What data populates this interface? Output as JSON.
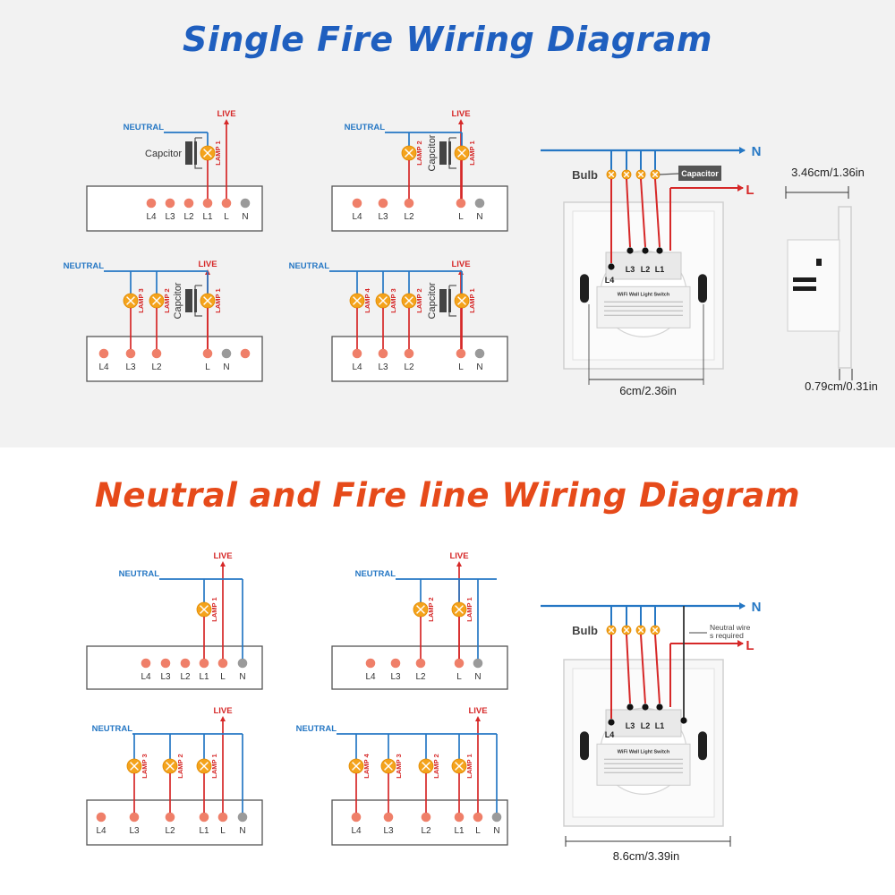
{
  "colors": {
    "neutral": "#2577c4",
    "live": "#d62828",
    "lamp": "#f4a31c",
    "terminal": "#ef7f69",
    "neutral_terminal": "#9a9a9a",
    "title_blue": "#1f5fbf",
    "title_orange": "#e64a1a"
  },
  "top_section": {
    "title": "Single Fire Wiring Diagram",
    "labels": {
      "neutral": "NEUTRAL",
      "live": "LIVE",
      "capacitor": "Capcitor",
      "capacitor_vertical": "Capcitor"
    },
    "terminals": [
      "L4",
      "L3",
      "L2",
      "L1",
      "L",
      "N"
    ],
    "lamps": [
      "LAMP 1",
      "LAMP 2",
      "LAMP 3",
      "LAMP 4"
    ],
    "product": {
      "wire_n": "N",
      "wire_l": "L",
      "bulb": "Bulb",
      "capacitor": "Capacitor",
      "terminal_labels": [
        "L4",
        "L3",
        "L2",
        "L1"
      ],
      "sticker_title": "WiFi Wall Light Switch",
      "width": "6cm/2.36in",
      "height": "3.46cm/1.36in",
      "depth": "0.79cm/0.31in"
    }
  },
  "bottom_section": {
    "title": "Neutral and Fire line Wiring Diagram",
    "labels": {
      "neutral": "NEUTRAL",
      "live": "LIVE"
    },
    "terminals": [
      "L4",
      "L3",
      "L2",
      "L1",
      "L",
      "N"
    ],
    "lamps": [
      "LAMP 1",
      "LAMP 2",
      "LAMP 3",
      "LAMP 4"
    ],
    "product": {
      "wire_n": "N",
      "wire_l": "L",
      "bulb": "Bulb",
      "neutral_note_1": "Neutral wire",
      "neutral_note_2": "s required",
      "terminal_labels": [
        "L4",
        "L3",
        "L2",
        "L1"
      ],
      "sticker_title": "WiFi Wall Light Switch",
      "width": "8.6cm/3.39in"
    }
  }
}
